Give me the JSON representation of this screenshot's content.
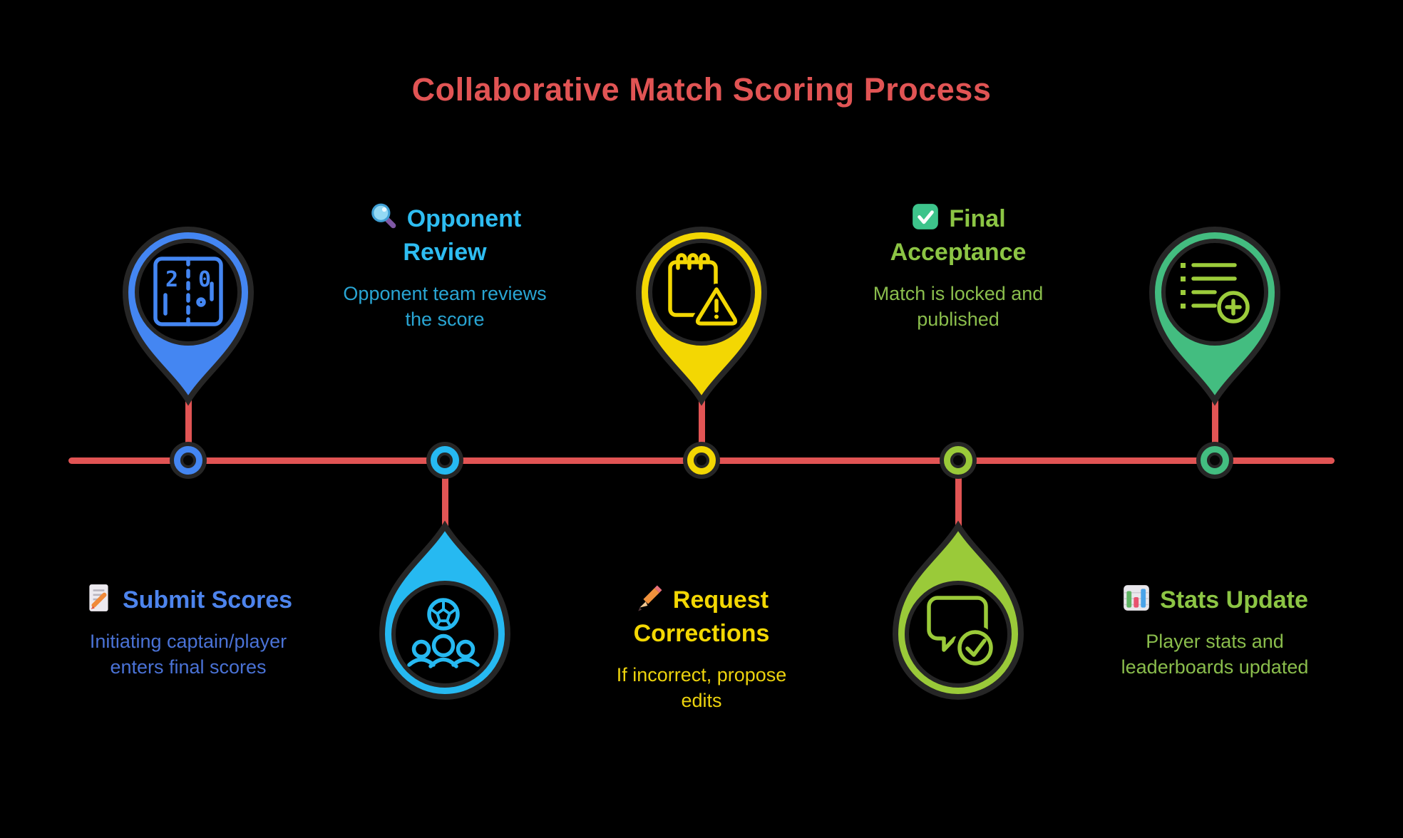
{
  "title": "Collaborative Match Scoring Process",
  "colors": {
    "background": "#000000",
    "title": "#e15454",
    "timeline": "#e15454",
    "pin_outline": "#262626"
  },
  "steps": [
    {
      "id": "submit-scores",
      "heading_line1": "Submit Scores",
      "heading_line2": "",
      "subtitle_line1": "Initiating captain/player",
      "subtitle_line2": "enters final scores",
      "emoji_icon": "memo",
      "pin_icon": "scoreboard",
      "pin_side": "above-line",
      "text_side": "below-line",
      "pin_color": "#4486f2",
      "heading_color": "#4d84ed",
      "subtitle_color": "#4a72d6",
      "scoreboard": {
        "left_score": "2",
        "right_score": "0"
      }
    },
    {
      "id": "opponent-review",
      "heading_line1": "Opponent",
      "heading_line2": "Review",
      "subtitle_line1": "Opponent team reviews",
      "subtitle_line2": "the score",
      "emoji_icon": "magnifying-glass",
      "pin_icon": "soccer-team",
      "pin_side": "below-line",
      "text_side": "above-line",
      "pin_color": "#26b9f1",
      "heading_color": "#2ebdf2",
      "subtitle_color": "#29a5d3"
    },
    {
      "id": "request-corrections",
      "heading_line1": "Request",
      "heading_line2": "Corrections",
      "subtitle_line1": "If incorrect, propose",
      "subtitle_line2": "edits",
      "emoji_icon": "pencil",
      "pin_icon": "notepad-warning",
      "pin_side": "above-line",
      "text_side": "below-line",
      "pin_color": "#f3d703",
      "heading_color": "#f3d703",
      "subtitle_color": "#ecd20d"
    },
    {
      "id": "final-acceptance",
      "heading_line1": "Final",
      "heading_line2": "Acceptance",
      "subtitle_line1": "Match is locked and",
      "subtitle_line2": "published",
      "emoji_icon": "check-mark",
      "pin_icon": "chat-check",
      "pin_side": "below-line",
      "text_side": "above-line",
      "pin_color": "#9aca39",
      "heading_color": "#8cc544",
      "subtitle_color": "#8abd4c"
    },
    {
      "id": "stats-update",
      "heading_line1": "Stats Update",
      "heading_line2": "",
      "subtitle_line1": "Player stats and",
      "subtitle_line2": "leaderboards updated",
      "emoji_icon": "bar-chart",
      "pin_icon": "list-add",
      "pin_side": "above-line",
      "text_side": "below-line",
      "pin_color": "#43bd80",
      "icon_color": "#9ccc3b",
      "heading_color": "#8cc544",
      "subtitle_color": "#8abd4c"
    }
  ]
}
